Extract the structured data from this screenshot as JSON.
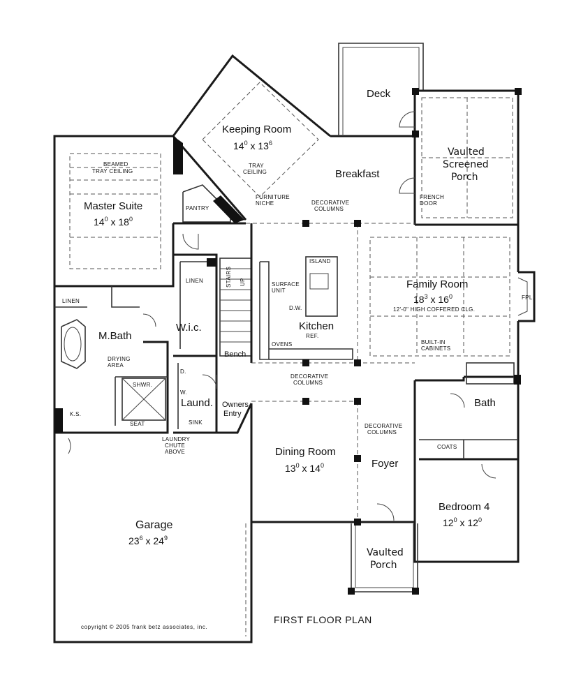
{
  "plan_title": "FIRST FLOOR PLAN",
  "copyright": "copyright © 2005 frank betz associates, inc.",
  "rooms": {
    "keeping_room": {
      "name": "Keeping Room",
      "dim_w": "14",
      "dim_w_sup": "0",
      "dim_h": "13",
      "dim_h_sup": "6"
    },
    "master_suite": {
      "name": "Master Suite",
      "dim_w": "14",
      "dim_w_sup": "0",
      "dim_h": "18",
      "dim_h_sup": "0"
    },
    "deck": {
      "name": "Deck"
    },
    "vaulted_screened_porch": {
      "line1": "Vaulted",
      "line2": "Screened",
      "line3": "Porch"
    },
    "breakfast": {
      "name": "Breakfast"
    },
    "family_room": {
      "name": "Family Room",
      "dim_w": "18",
      "dim_w_sup": "3",
      "dim_h": "16",
      "dim_h_sup": "0"
    },
    "kitchen": {
      "name": "Kitchen"
    },
    "m_bath": {
      "name": "M.Bath"
    },
    "wic": {
      "name": "W.i.c."
    },
    "laund": {
      "name": "Laund."
    },
    "bath": {
      "name": "Bath"
    },
    "dining_room": {
      "name": "Dining Room",
      "dim_w": "13",
      "dim_w_sup": "0",
      "dim_h": "14",
      "dim_h_sup": "0"
    },
    "foyer": {
      "name": "Foyer"
    },
    "bedroom4": {
      "name": "Bedroom 4",
      "dim_w": "12",
      "dim_w_sup": "0",
      "dim_h": "12",
      "dim_h_sup": "0"
    },
    "garage": {
      "name": "Garage",
      "dim_w": "23",
      "dim_w_sup": "6",
      "dim_h": "24",
      "dim_h_sup": "9"
    },
    "vaulted_porch": {
      "line1": "Vaulted",
      "line2": "Porch"
    }
  },
  "labels": {
    "beamed_tray_1": "BEAMED",
    "beamed_tray_2": "TRAY CEILING",
    "tray_ceiling_1": "TRAY",
    "tray_ceiling_2": "CEILING",
    "furniture_niche_1": "FURNITURE",
    "furniture_niche_2": "NICHE",
    "pantry": "PANTRY",
    "decorative_columns_top_1": "DECORATIVE",
    "decorative_columns_top_2": "COLUMNS",
    "french_door_1": "FRENCH",
    "french_door_2": "DOOR",
    "island": "ISLAND",
    "surface_unit_1": "SURFACE",
    "surface_unit_2": "UNIT",
    "dw": "D.W.",
    "ref": "REF.",
    "ovens": "OVENS",
    "stairs": "STAIRS",
    "up": "UP",
    "linen_wic": "LINEN",
    "linen_bath": "LINEN",
    "coffered_1": "12'-0\" HIGH COFFERED CLG.",
    "fpl": "FPL.",
    "built_in_1": "BUILT-IN",
    "built_in_2": "CABINETS",
    "drying_area_1": "DRYING",
    "drying_area_2": "AREA",
    "shwr": "SHWR.",
    "seat": "SEAT",
    "ks": "K.S.",
    "bench": "Bench",
    "owners_1": "Owners",
    "owners_2": "Entry",
    "d": "D.",
    "w": "W.",
    "sink": "SINK",
    "laundry_chute_1": "LAUNDRY",
    "laundry_chute_2": "CHUTE",
    "laundry_chute_3": "ABOVE",
    "decorative_columns_mid_1": "DECORATIVE",
    "decorative_columns_mid_2": "COLUMNS",
    "decorative_columns_foyer_1": "DECORATIVE",
    "decorative_columns_foyer_2": "COLUMNS",
    "coats": "COATS"
  }
}
